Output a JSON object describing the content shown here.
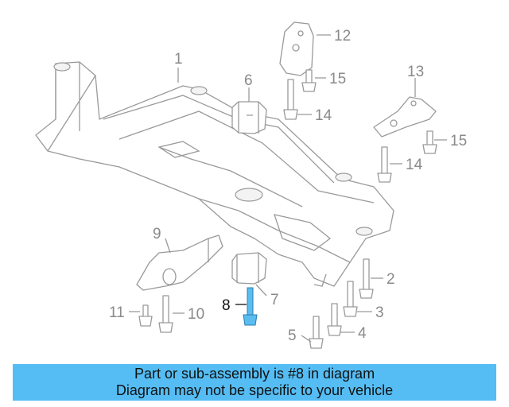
{
  "diagram": {
    "highlight_color": "#5bbcf0",
    "callouts": {
      "c1": "1",
      "c2": "2",
      "c3": "3",
      "c4": "4",
      "c5": "5",
      "c6": "6",
      "c7": "7",
      "c8": "8",
      "c9": "9",
      "c10": "10",
      "c11": "11",
      "c12": "12",
      "c13": "13",
      "c14a": "14",
      "c14b": "14",
      "c15a": "15",
      "c15b": "15"
    }
  },
  "caption": {
    "line1": "Part or sub-assembly is #8 in diagram",
    "line2": "Diagram may not be specific to your vehicle",
    "background": "#55bdf4"
  }
}
